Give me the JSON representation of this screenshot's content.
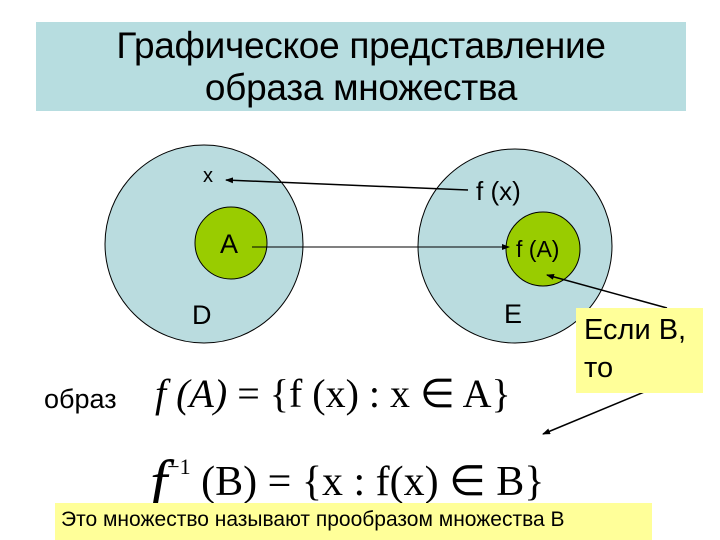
{
  "title": {
    "line1": "Графическое представление",
    "line2": "образа множества"
  },
  "diagram": {
    "left_set": {
      "label": "D",
      "inner_label": "A",
      "element_label": "x"
    },
    "right_set": {
      "label": "E",
      "inner_label": "f (A)",
      "element_label": "f (x)"
    },
    "colors": {
      "outer": "#badcdf",
      "inner": "#99cc00",
      "title_bg": "#b7dde0",
      "note_bg": "#ffff99"
    }
  },
  "formulas": {
    "image_label": "образ",
    "image_formula": {
      "lhs": "f (A)",
      "eq": "=",
      "rhs": "{f (x) : x ∈ A}"
    },
    "preimage_formula": {
      "f": "f",
      "sup": "−1",
      "lhs_arg": "(B)",
      "eq": "=",
      "rhs": "{x : f(x) ∈ B}"
    }
  },
  "notes": {
    "if_b": {
      "line1": "Если B,",
      "line2": "то"
    },
    "preimage_caption": "Это множество называют прообразом множества B"
  }
}
